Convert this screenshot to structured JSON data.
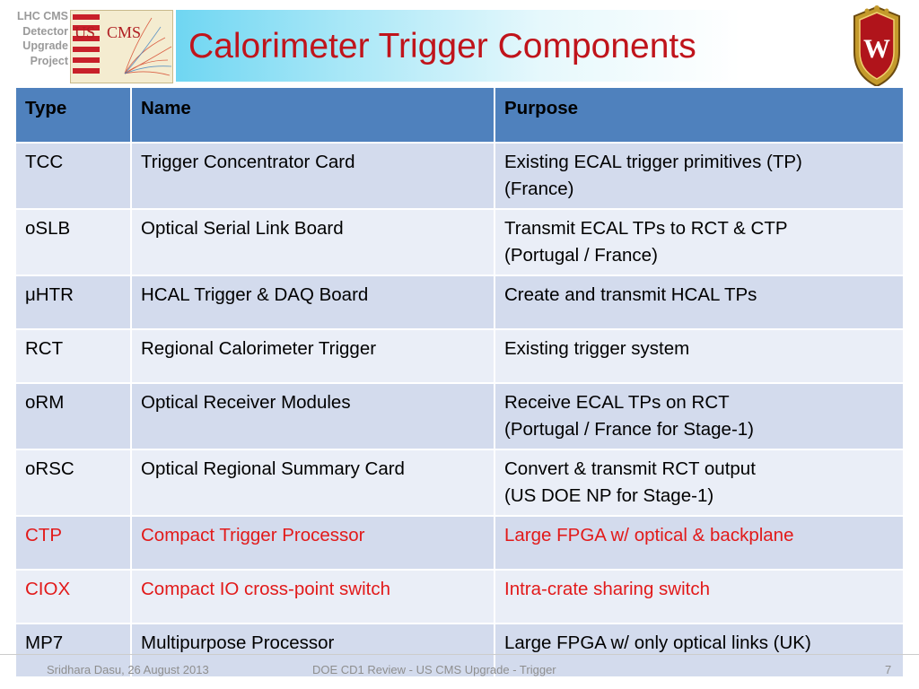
{
  "header": {
    "side_label_lines": [
      "LHC CMS",
      "Detector",
      "Upgrade",
      "Project"
    ],
    "logo_text_us": "US",
    "logo_text_cms": "CMS",
    "title": "Calorimeter Trigger Components",
    "crest_letter": "W"
  },
  "table": {
    "headers": [
      "Type",
      "Name",
      "Purpose"
    ],
    "rows": [
      {
        "type": "TCC",
        "name": "Trigger Concentrator Card",
        "purpose": [
          "Existing ECAL trigger primitives (TP)",
          "(France)"
        ],
        "highlight": false
      },
      {
        "type": "oSLB",
        "name": "Optical Serial Link Board",
        "purpose": [
          "Transmit ECAL TPs to RCT & CTP",
          "(Portugal / France)"
        ],
        "highlight": false
      },
      {
        "type": "μHTR",
        "name": "HCAL Trigger & DAQ Board",
        "purpose": [
          "Create and transmit HCAL TPs"
        ],
        "highlight": false
      },
      {
        "type": "RCT",
        "name": "Regional Calorimeter Trigger",
        "purpose": [
          "Existing trigger system"
        ],
        "highlight": false
      },
      {
        "type": "oRM",
        "name": "Optical Receiver Modules",
        "purpose": [
          "Receive ECAL TPs on RCT",
          "(Portugal / France for Stage-1)"
        ],
        "highlight": false
      },
      {
        "type": "oRSC",
        "name": "Optical Regional Summary Card",
        "purpose": [
          "Convert & transmit RCT output",
          "(US DOE NP for Stage-1)"
        ],
        "highlight": false
      },
      {
        "type": "CTP",
        "name": "Compact Trigger Processor",
        "purpose": [
          "Large FPGA w/ optical & backplane"
        ],
        "highlight": true
      },
      {
        "type": "CIOX",
        "name": "Compact IO cross-point switch",
        "purpose": [
          "Intra-crate sharing switch"
        ],
        "highlight": true
      },
      {
        "type": "MP7",
        "name": "Multipurpose Processor",
        "purpose": [
          "Large FPGA w/ only optical links (UK)"
        ],
        "highlight": false
      }
    ]
  },
  "footer": {
    "author_date": "Sridhara Dasu, 26 August 2013",
    "event": "DOE CD1 Review - US CMS Upgrade - Trigger",
    "page_number": "7"
  },
  "colors": {
    "title": "#c0141b",
    "header_row": "#4f81bd",
    "row_dark": "#d3dbed",
    "row_light": "#eaeef7",
    "highlight_text": "#e21a1a"
  }
}
